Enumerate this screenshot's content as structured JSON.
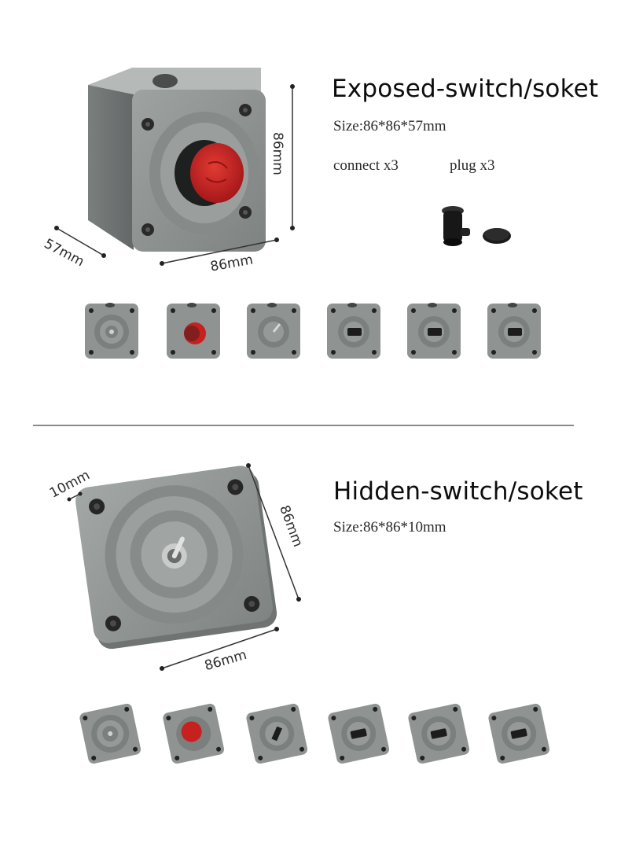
{
  "exposed": {
    "title": "Exposed-switch/soket",
    "size": "Size:86*86*57mm",
    "connect_label": "connect x3",
    "plug_label": "plug x3",
    "dim_height": "86mm",
    "dim_depth": "57mm",
    "dim_width": "86mm",
    "variants": [
      "spring-switch",
      "emergency-stop",
      "toggle-switch",
      "socket",
      "socket",
      "socket"
    ]
  },
  "hidden": {
    "title": "Hidden-switch/soket",
    "size": "Size:86*86*10mm",
    "dim_depth": "10mm",
    "dim_height": "86mm",
    "dim_width": "86mm",
    "variants": [
      "spring-switch",
      "emergency-stop",
      "toggle-switch",
      "socket",
      "socket",
      "socket"
    ]
  },
  "colors": {
    "housing": "#8d9291",
    "housing_dark": "#6d7271",
    "button_red": "#c6211e",
    "screw": "#2a2a2a",
    "divider": "#8a8a8a"
  }
}
